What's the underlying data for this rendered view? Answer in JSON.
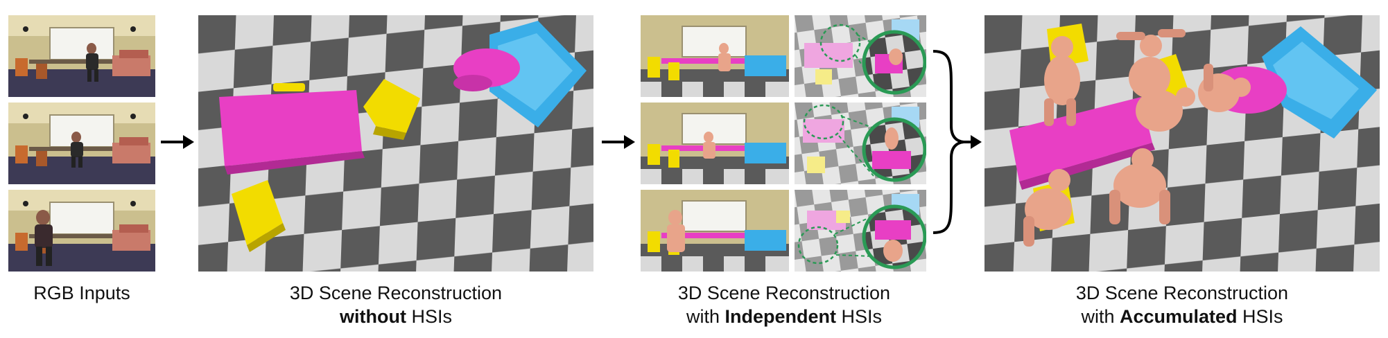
{
  "captions": {
    "rgb_inputs": "RGB Inputs",
    "without": {
      "line1": "3D Scene Reconstruction",
      "pre": "",
      "bold": "without",
      "post": " HSIs"
    },
    "independent": {
      "line1": "3D Scene Reconstruction",
      "pre": "with ",
      "bold": "Independent",
      "post": " HSIs"
    },
    "accumulated": {
      "line1": "3D Scene Reconstruction",
      "pre": "with ",
      "bold": "Accumulated",
      "post": " HSIs"
    }
  },
  "colors": {
    "table": "#e83fc4",
    "chair": "#f2dc00",
    "sofa": "#3aaee8",
    "human": "#e8a48a",
    "floor_dark": "#5a5a5a",
    "floor_light": "#d9d9d9",
    "contact_circle": "#2a9a55"
  }
}
